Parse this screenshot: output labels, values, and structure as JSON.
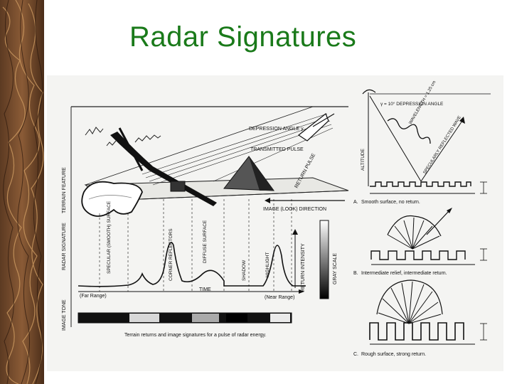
{
  "slide": {
    "title": "Radar Signatures",
    "colors": {
      "title": "#1a7a1a",
      "border_dark": "#3b2416",
      "border_light": "#b9875a"
    }
  },
  "left_figure": {
    "side_labels": {
      "terrain_feature": "TERRAIN FEATURE",
      "radar_signature": "RADAR SIGNATURE",
      "image_tone": "IMAGE TONE"
    },
    "callouts": {
      "depression_angle": "DEPRESSION ANGLE γ",
      "transmitted_pulse": "TRANSMITTED PULSE",
      "return_pulse": "RETURN PULSE",
      "image_direction": "IMAGE (LOOK) DIRECTION"
    },
    "signature_labels": {
      "specular": "SPECULAR (SMOOTH) SURFACE",
      "corner": "CORNER REFLECTORS",
      "diffuse": "DIFFUSE SURFACE",
      "shadow": "SHADOW",
      "highlight": "HIGHLIGHT",
      "return_intensity": "RETURN INTENSITY",
      "gray_scale": "GRAY SCALE"
    },
    "time_axis": {
      "label": "TIME",
      "far_range": "(Far Range)",
      "near_range": "(Near Range)"
    },
    "caption": "Terrain returns and image signatures for a pulse of radar energy."
  },
  "right_figure": {
    "top_labels": {
      "depression": "γ = 10° DEPRESSION ANGLE",
      "altitude": "ALTITUDE",
      "wavelength": "WAVELENGTH = 1.25 cm",
      "specular_wave": "SPECULARLY REFLECTED WAVE"
    },
    "panels": [
      {
        "letter": "A.",
        "text": "Smooth surface, no return."
      },
      {
        "letter": "B.",
        "text": "Intermediate relief, intermediate return."
      },
      {
        "letter": "C.",
        "text": "Rough surface, strong return."
      }
    ]
  }
}
